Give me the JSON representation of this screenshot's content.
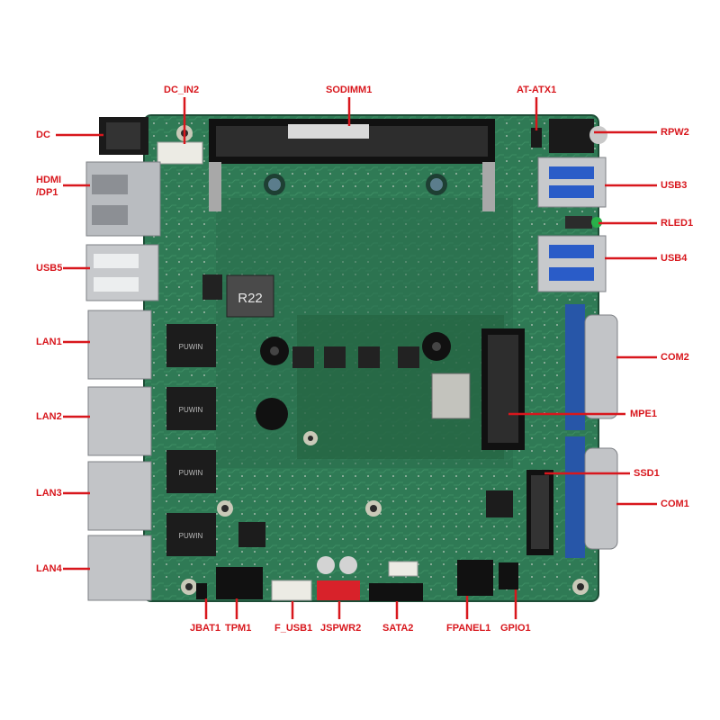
{
  "colors": {
    "label": "#d8171d",
    "board": "#2f7a55",
    "board_dark": "#1f5a3e",
    "metal": "#b9bcc0",
    "white": "#eef0ee"
  },
  "labels": {
    "dc": "DC",
    "dc_in2": "DC_IN2",
    "sodimm1": "SODIMM1",
    "at_atx1": "AT-ATX1",
    "rpw2": "RPW2",
    "hdmi_dp1_line1": "HDMI",
    "hdmi_dp1_line2": "/DP1",
    "usb3": "USB3",
    "rled1": "RLED1",
    "usb5": "USB5",
    "usb4": "USB4",
    "lan1": "LAN1",
    "com2": "COM2",
    "mpe1": "MPE1",
    "lan2": "LAN2",
    "ssd1": "SSD1",
    "com1": "COM1",
    "lan3": "LAN3",
    "lan4": "LAN4",
    "jbat1": "JBAT1",
    "tpm1": "TPM1",
    "f_usb1": "F_USB1",
    "jspwr2": "JSPWR2",
    "sata2": "SATA2",
    "fpanel1": "FPANEL1",
    "gpio1": "GPIO1"
  },
  "board_markings": {
    "inductor": "R22",
    "magnetics": "PUWIN"
  }
}
